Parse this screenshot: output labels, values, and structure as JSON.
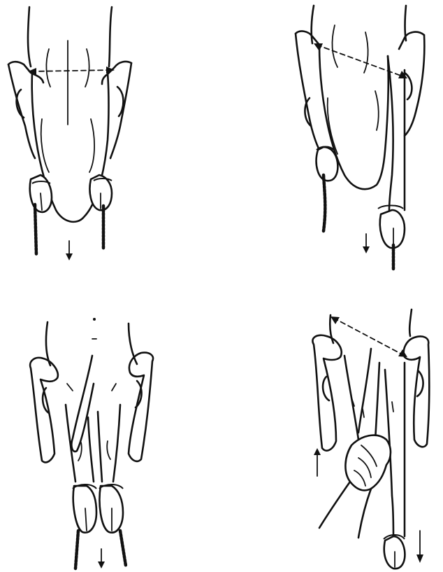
{
  "figure": {
    "panels": [
      {
        "id": "top-left",
        "pull_arrow": "down",
        "measure_line": "horizontal"
      },
      {
        "id": "top-right",
        "pull_arrow": "down",
        "measure_line": "diagonal"
      },
      {
        "id": "bottom-left",
        "pull_arrow": "down",
        "measure_line": "none"
      },
      {
        "id": "bottom-right",
        "pull_arrow": "down",
        "push_arrow": "up",
        "measure_line": "diagonal"
      }
    ],
    "colors": {
      "line": "#111111",
      "background": "#ffffff"
    }
  }
}
